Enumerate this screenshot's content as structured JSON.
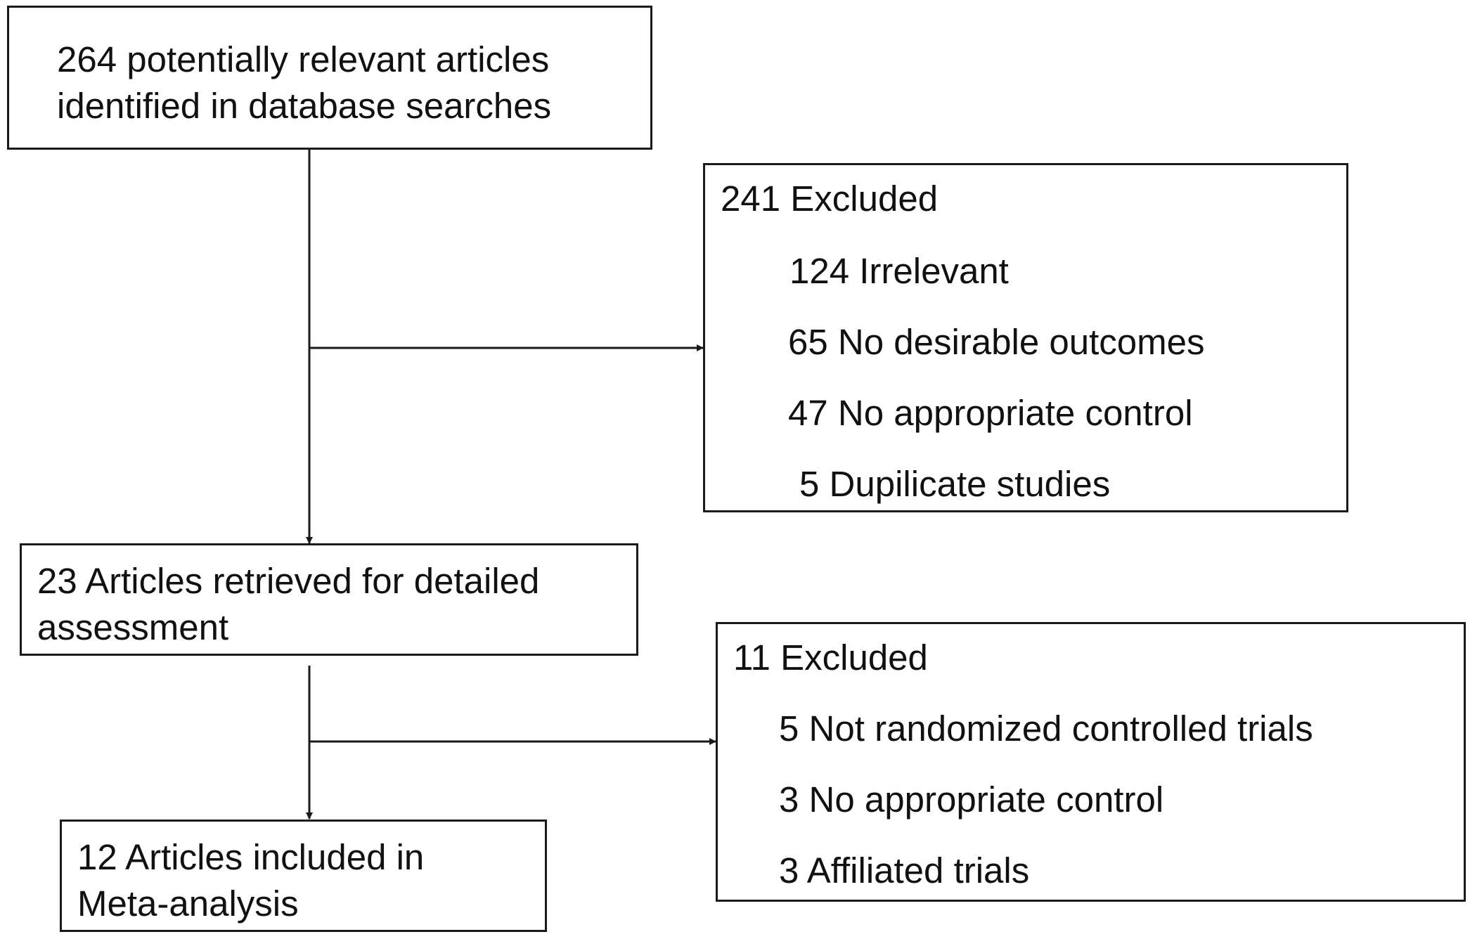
{
  "boxes": {
    "identified": {
      "lines": [
        "264 potentially relevant articles",
        "identified in database searches"
      ]
    },
    "excluded_first": {
      "heading": "241 Excluded",
      "items": [
        "124 Irrelevant",
        "65 No desirable outcomes",
        "47 No appropriate control",
        "5 Dupilicate studies"
      ]
    },
    "retrieved": {
      "lines": [
        "23 Articles retrieved for detailed",
        "assessment"
      ]
    },
    "excluded_second": {
      "heading": "11 Excluded",
      "items": [
        "5 Not randomized controlled trials",
        "3 No appropriate control",
        "3 Affiliated trials"
      ]
    },
    "included": {
      "lines": [
        "12 Articles included in",
        "Meta-analysis"
      ]
    }
  },
  "colors": {
    "stroke": "#1a1a1a",
    "text": "#111111",
    "background": "#ffffff"
  }
}
